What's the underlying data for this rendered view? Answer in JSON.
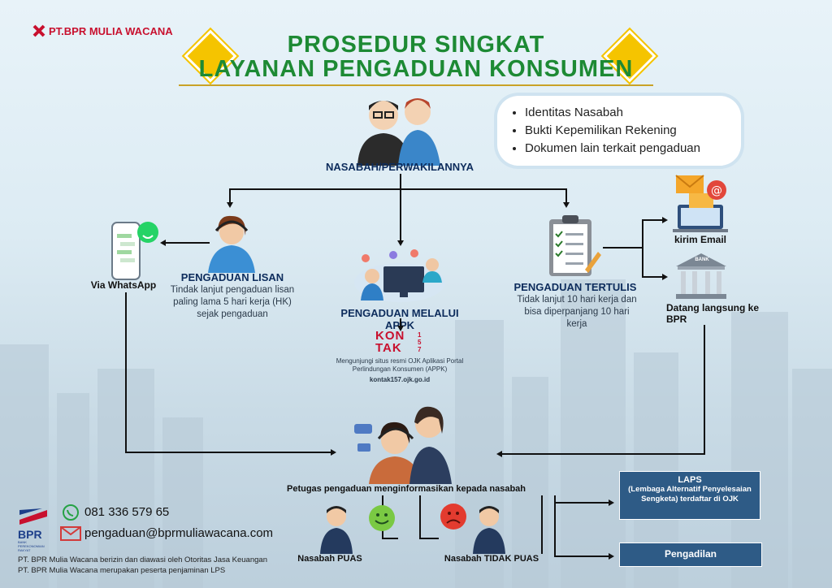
{
  "brand": {
    "name": "PT.BPR MULIA WACANA"
  },
  "title": {
    "line1": "PROSEDUR SINGKAT",
    "line2": "LAYANAN PENGADUAN KONSUMEN"
  },
  "requirements": [
    "Identitas Nasabah",
    "Bukti Kepemilikan Rekening",
    "Dokumen lain terkait pengaduan"
  ],
  "nasabah": {
    "label": "NASABAH/PERWAKILANNYA"
  },
  "whatsapp": {
    "label": "Via WhatsApp"
  },
  "lisan": {
    "title": "PENGADUAN LISAN",
    "desc": "Tindak lanjut pengaduan lisan paling lama 5 hari kerja (HK) sejak pengaduan"
  },
  "appk": {
    "title": "PENGADUAN MELALUI APPK",
    "logo_top": "KON",
    "logo_bottom": "TAK",
    "logo_side": "157",
    "desc": "Mengunjungi situs resmi OJK Aplikasi Portal Perlindungan Konsumen (APPK)",
    "url": "kontak157.ojk.go.id"
  },
  "tertulis": {
    "title": "PENGADUAN TERTULIS",
    "desc": "Tidak lanjut 10 hari kerja dan bisa diperpanjang 10 hari kerja"
  },
  "email": {
    "label": "kirim Email"
  },
  "bpr_visit": {
    "label": "Datang langsung ke BPR",
    "bank_sign": "BANK"
  },
  "petugas": {
    "label": "Petugas pengaduan menginformasikan kepada nasabah"
  },
  "puas": {
    "label": "Nasabah PUAS"
  },
  "tidak_puas": {
    "label": "Nasabah TIDAK PUAS"
  },
  "laps": {
    "title": "LAPS",
    "desc": "(Lembaga Alternatif Penyelesaian Sengketa) terdaftar di OJK"
  },
  "pengadilan": {
    "label": "Pengadilan"
  },
  "contact": {
    "phone": "081 336 579 65",
    "email": "pengaduan@bprmuliawacana.com"
  },
  "bpr_logo": {
    "text": "BPR",
    "sub": "BANK PEREKONOMIAN RAKYAT"
  },
  "footer": {
    "line1": "PT. BPR Mulia Wacana berizin dan diawasi oleh Otoritas Jasa Keuangan",
    "line2": "PT. BPR Mulia Wacana merupakan peserta penjaminan LPS"
  },
  "colors": {
    "title": "#1d8a34",
    "brand": "#c8102e",
    "navy": "#0d2c5c",
    "box": "#2e5b86",
    "gold": "#f5c400"
  }
}
